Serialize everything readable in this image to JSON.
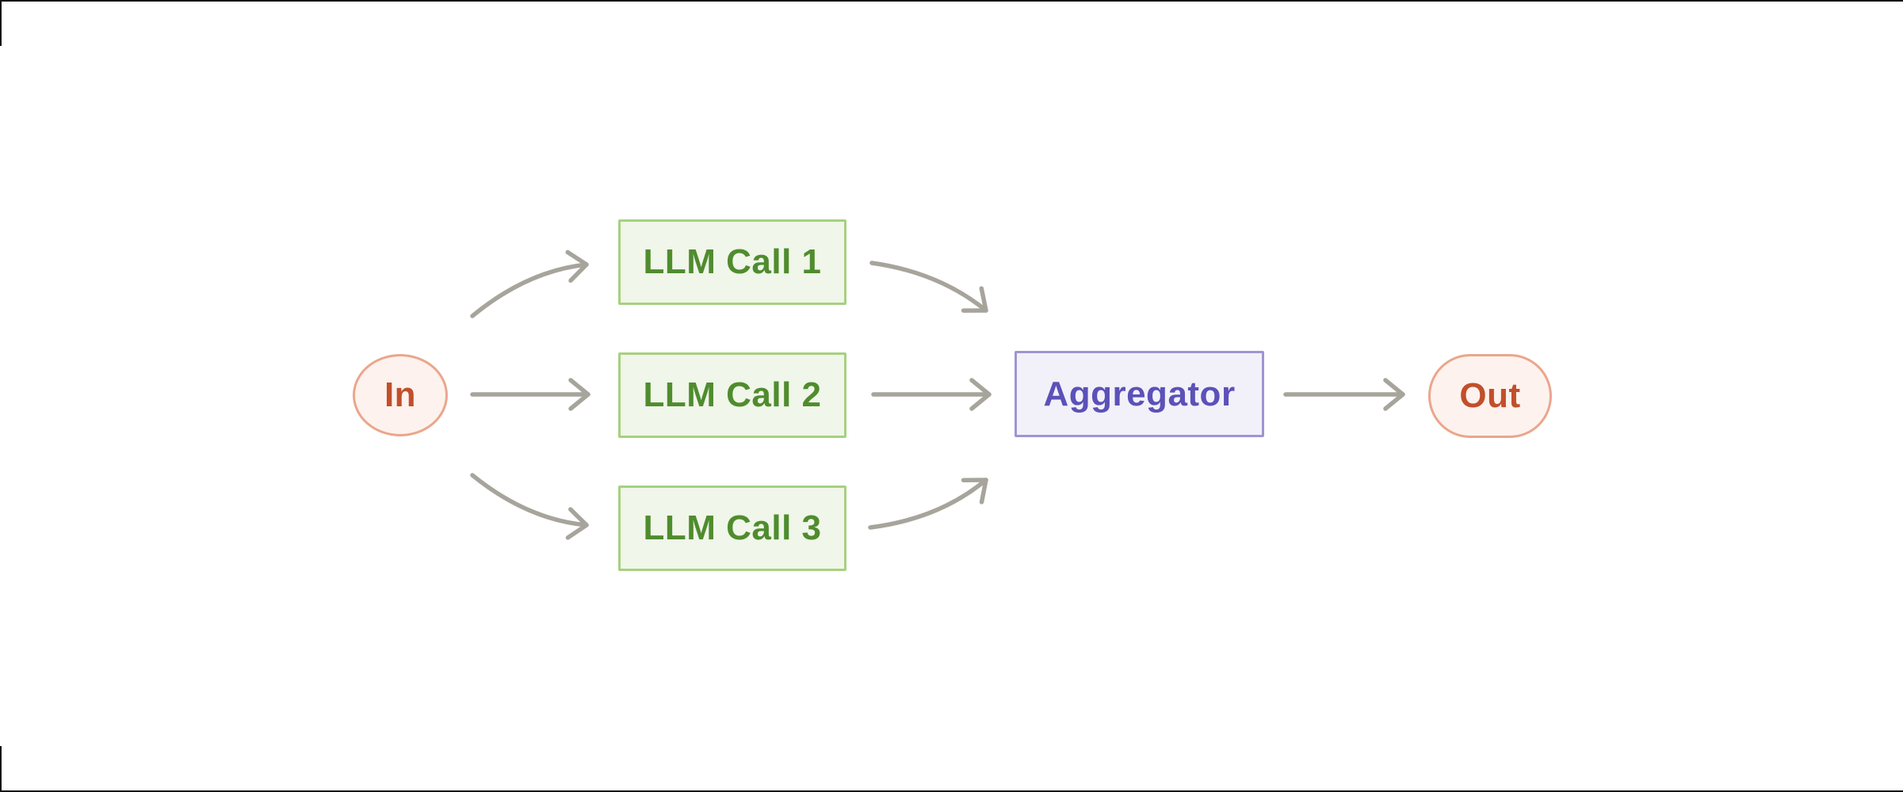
{
  "diagram": {
    "name": "parallelization-workflow",
    "nodes": {
      "in": {
        "label": "In",
        "type": "terminal",
        "shape": "ellipse"
      },
      "llm1": {
        "label": "LLM Call 1",
        "type": "llm-call",
        "shape": "rect"
      },
      "llm2": {
        "label": "LLM Call 2",
        "type": "llm-call",
        "shape": "rect"
      },
      "llm3": {
        "label": "LLM Call 3",
        "type": "llm-call",
        "shape": "rect"
      },
      "aggregator": {
        "label": "Aggregator",
        "type": "aggregator",
        "shape": "rect"
      },
      "out": {
        "label": "Out",
        "type": "terminal",
        "shape": "pill"
      }
    },
    "edges": [
      {
        "from": "in",
        "to": "llm1",
        "style": "curved-up"
      },
      {
        "from": "in",
        "to": "llm2",
        "style": "straight"
      },
      {
        "from": "in",
        "to": "llm3",
        "style": "curved-down"
      },
      {
        "from": "llm1",
        "to": "aggregator",
        "style": "curved-down"
      },
      {
        "from": "llm2",
        "to": "aggregator",
        "style": "straight"
      },
      {
        "from": "llm3",
        "to": "aggregator",
        "style": "curved-up"
      },
      {
        "from": "aggregator",
        "to": "out",
        "style": "straight"
      }
    ],
    "colors": {
      "background": "#ffffff",
      "arrow": "#a7a49c",
      "terminal_border": "#eaa68c",
      "terminal_fill": "#fdf2ed",
      "terminal_text": "#c14f2b",
      "llm_border": "#a6d17f",
      "llm_fill": "#f0f6e9",
      "llm_text": "#4f8c2e",
      "aggregator_border": "#9d95d2",
      "aggregator_fill": "#f2f1f9",
      "aggregator_text": "#5b51b8",
      "screen_edge": "#141414"
    }
  }
}
